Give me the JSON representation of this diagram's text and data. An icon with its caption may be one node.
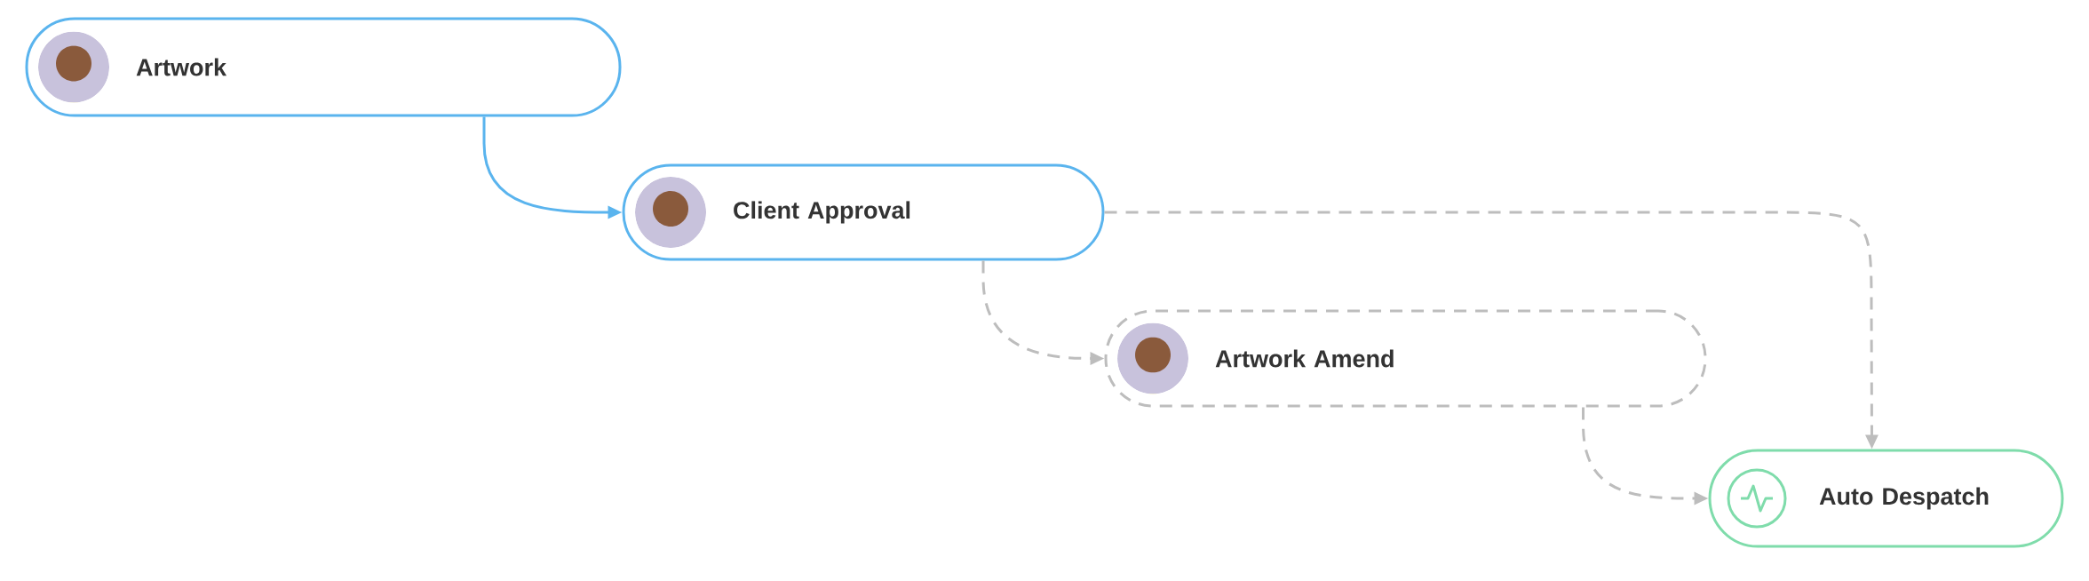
{
  "diagram": {
    "nodes": [
      {
        "text": [
          "Artwork"
        ]
      },
      {
        "text": [
          "Client Approval"
        ]
      },
      {
        "text": [
          "Artwork Amend"
        ]
      },
      {
        "text": [
          "Auto Despatch"
        ]
      }
    ],
    "edges": [
      {
        "from": 0,
        "to": 1,
        "arrow": "to",
        "color": "#5ab4ee"
      },
      {
        "from": 1,
        "to": 3,
        "arrow": "to",
        "style": "dashed"
      },
      {
        "from": 1,
        "to": 2,
        "arrow": "to",
        "style": "dashed"
      },
      {
        "from": 2,
        "to": 3,
        "arrow": "to",
        "style": "dashed"
      }
    ]
  }
}
